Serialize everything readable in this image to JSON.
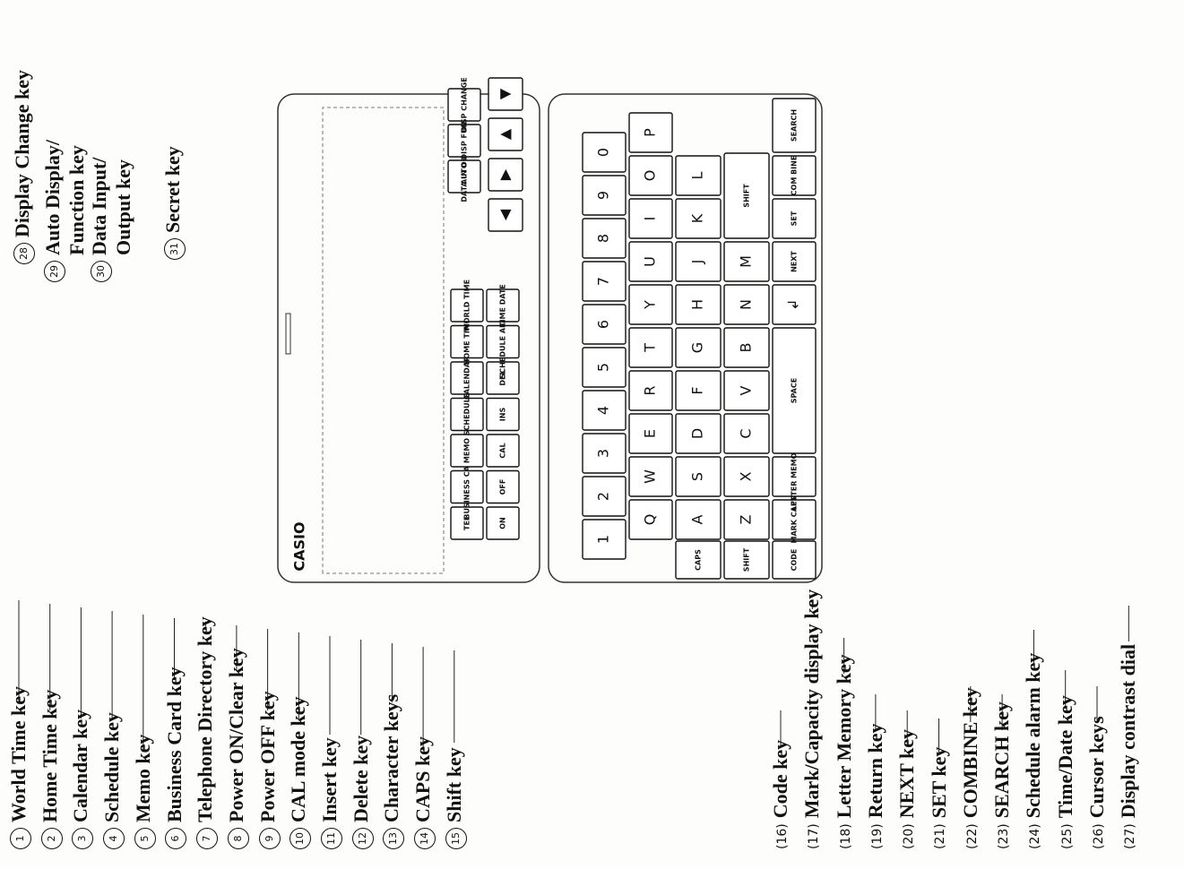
{
  "labels_left": [
    {
      "num": "1",
      "text": "World Time key"
    },
    {
      "num": "2",
      "text": "Home Time key"
    },
    {
      "num": "3",
      "text": "Calendar key"
    },
    {
      "num": "4",
      "text": "Schedule key"
    },
    {
      "num": "5",
      "text": "Memo key"
    },
    {
      "num": "6",
      "text": "Business Card key"
    },
    {
      "num": "7",
      "text": "Telephone Directory key"
    },
    {
      "num": "8",
      "text": "Power ON/Clear key"
    },
    {
      "num": "9",
      "text": "Power OFF key"
    },
    {
      "num": "10",
      "text": "CAL mode key"
    },
    {
      "num": "11",
      "text": "Insert key"
    },
    {
      "num": "12",
      "text": "Delete key"
    },
    {
      "num": "13",
      "text": "Character keys"
    },
    {
      "num": "14",
      "text": "CAPS key"
    },
    {
      "num": "15",
      "text": "Shift key"
    }
  ],
  "labels_bottom": [
    {
      "num": "16",
      "text": "Code key"
    },
    {
      "num": "17",
      "text": "Mark/Capacity display key"
    },
    {
      "num": "18",
      "text": "Letter Memory key"
    },
    {
      "num": "19",
      "text": "Return key"
    },
    {
      "num": "20",
      "text": "NEXT key"
    },
    {
      "num": "21",
      "text": "SET key"
    },
    {
      "num": "22",
      "text": "COMBINE key"
    },
    {
      "num": "23",
      "text": "SEARCH key"
    },
    {
      "num": "24",
      "text": "Schedule alarm key"
    },
    {
      "num": "25",
      "text": "Time/Date key"
    },
    {
      "num": "26",
      "text": "Cursor keys"
    },
    {
      "num": "27",
      "text": "Display contrast dial"
    }
  ],
  "labels_top": [
    {
      "num": "28",
      "line1": "Display Change key",
      "line2": ""
    },
    {
      "num": "29",
      "line1": "Auto Display/",
      "line2": "Function key"
    },
    {
      "num": "30",
      "line1": "Data Input/",
      "line2": "Output key"
    },
    {
      "num": "31",
      "line1": "Secret key",
      "line2": ""
    }
  ],
  "device": {
    "brand": "CASIO",
    "func_row1": [
      "TEL",
      "BUSINESS CARD",
      "MEMO",
      "SCHEDULE",
      "CALENDAR",
      "HOME TIME",
      "WORLD TIME"
    ],
    "func_row2": [
      "ON",
      "OFF",
      "CAL",
      "INS",
      "DEL",
      "SCHEDULE ALARM",
      "TIME DATE"
    ],
    "right_keys": [
      "DATA IN OUT",
      "AUTO DISP FUNCTION",
      "DISP CHANGE"
    ],
    "num_row": [
      "1",
      "2",
      "3",
      "4",
      "5",
      "6",
      "7",
      "8",
      "9",
      "0"
    ],
    "row_q": [
      "Q",
      "W",
      "E",
      "R",
      "T",
      "Y",
      "U",
      "I",
      "O",
      "P"
    ],
    "row_a": [
      "A",
      "S",
      "D",
      "F",
      "G",
      "H",
      "J",
      "K",
      "L"
    ],
    "row_z": [
      "Z",
      "X",
      "C",
      "V",
      "B",
      "N",
      "M"
    ],
    "caps": "CAPS",
    "shift": "SHIFT",
    "code": "CODE",
    "mark_caps": "MARK CAPS",
    "letter_memory": "LETTER MEMORY",
    "space": "SPACE",
    "next": "NEXT",
    "set": "SET",
    "combine": "COM BINE",
    "search": "SEARCH"
  }
}
